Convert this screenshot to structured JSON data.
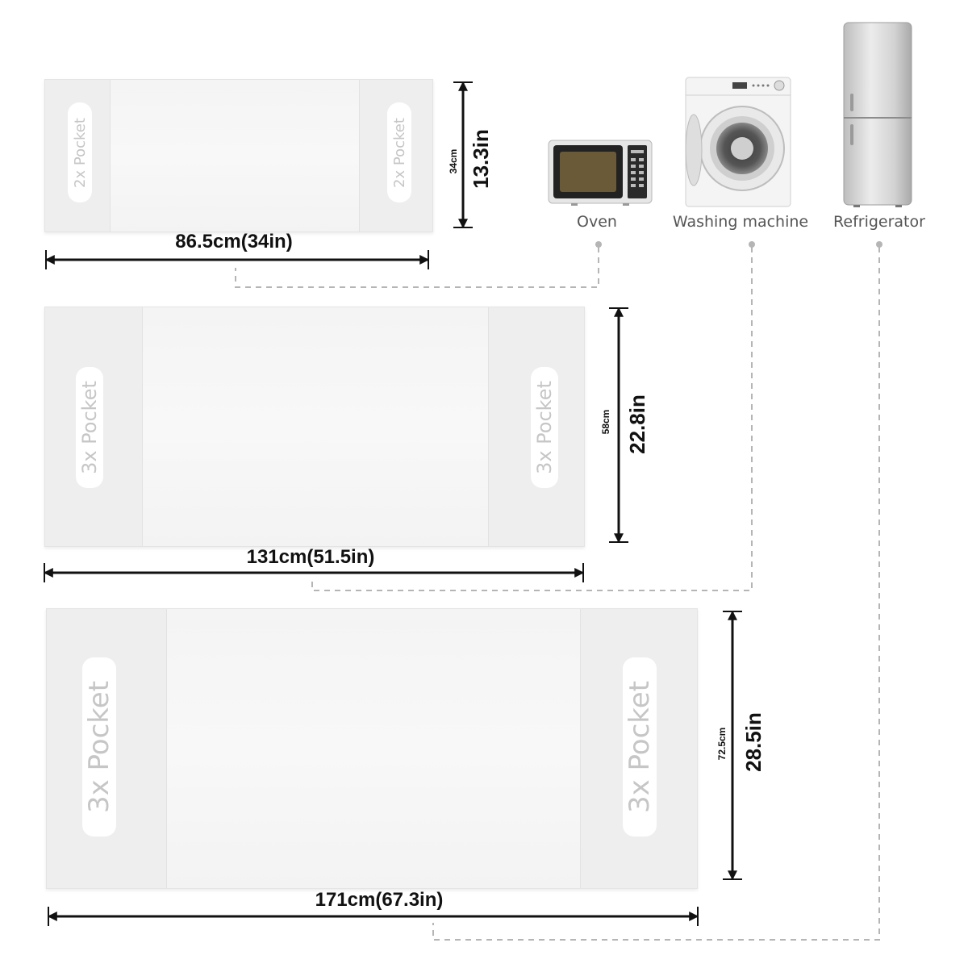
{
  "covers": [
    {
      "pocket_label": "2x Pocket",
      "width_label": "86.5cm(34in)",
      "height_cm": "34cm",
      "height_in": "13.3in"
    },
    {
      "pocket_label": "3x Pocket",
      "width_label": "131cm(51.5in)",
      "height_cm": "58cm",
      "height_in": "22.8in"
    },
    {
      "pocket_label": "3x Pocket",
      "width_label": "171cm(67.3in)",
      "height_cm": "72.5cm",
      "height_in": "28.5in"
    }
  ],
  "appliances": {
    "oven": {
      "label": "Oven",
      "icon": "microwave-oven-icon"
    },
    "washer": {
      "label": "Washing machine",
      "icon": "washing-machine-icon"
    },
    "fridge": {
      "label": "Refrigerator",
      "icon": "refrigerator-icon"
    }
  },
  "colors": {
    "cover": "#f1f1f1",
    "arrow": "#111111",
    "connector": "#b5b5b5"
  }
}
